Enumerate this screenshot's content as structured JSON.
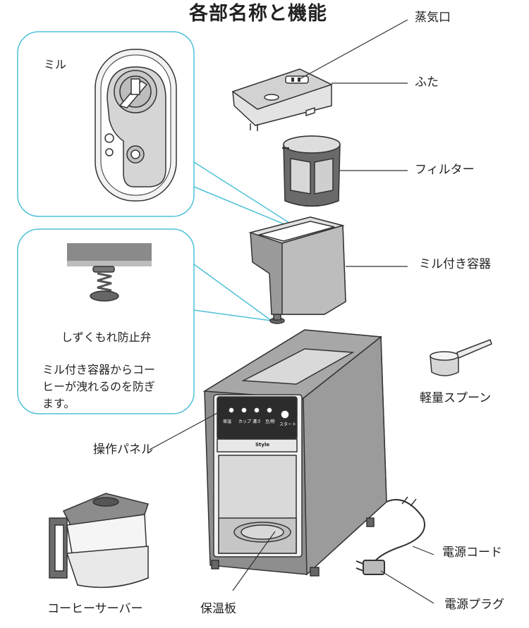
{
  "title": "各部名称と機能",
  "labels": {
    "steam_outlet": "蒸気口",
    "lid": "ふた",
    "filter": "フィルター",
    "mill_container": "ミル付き容器",
    "measuring_spoon": "軽量スプーン",
    "control_panel": "操作パネル",
    "power_cord": "電源コード",
    "power_plug": "電源プラグ",
    "coffee_server": "コーヒーサーバー",
    "warming_plate": "保温板"
  },
  "callout_mill": {
    "label": "ミル"
  },
  "callout_valve": {
    "label": "しずくもれ防止弁",
    "desc_line1": "ミル付き容器からコー",
    "desc_line2": "ヒーが洩れるのを防ぎ",
    "desc_line3": "ます。"
  },
  "panel_buttons": [
    "保温",
    "カップ",
    "濃さ",
    "豆/粉",
    "スタート"
  ],
  "brand": "Style",
  "colors": {
    "callout_border": "#4ec1d8",
    "body_gray": "#8e8e8e",
    "line": "#333333"
  }
}
